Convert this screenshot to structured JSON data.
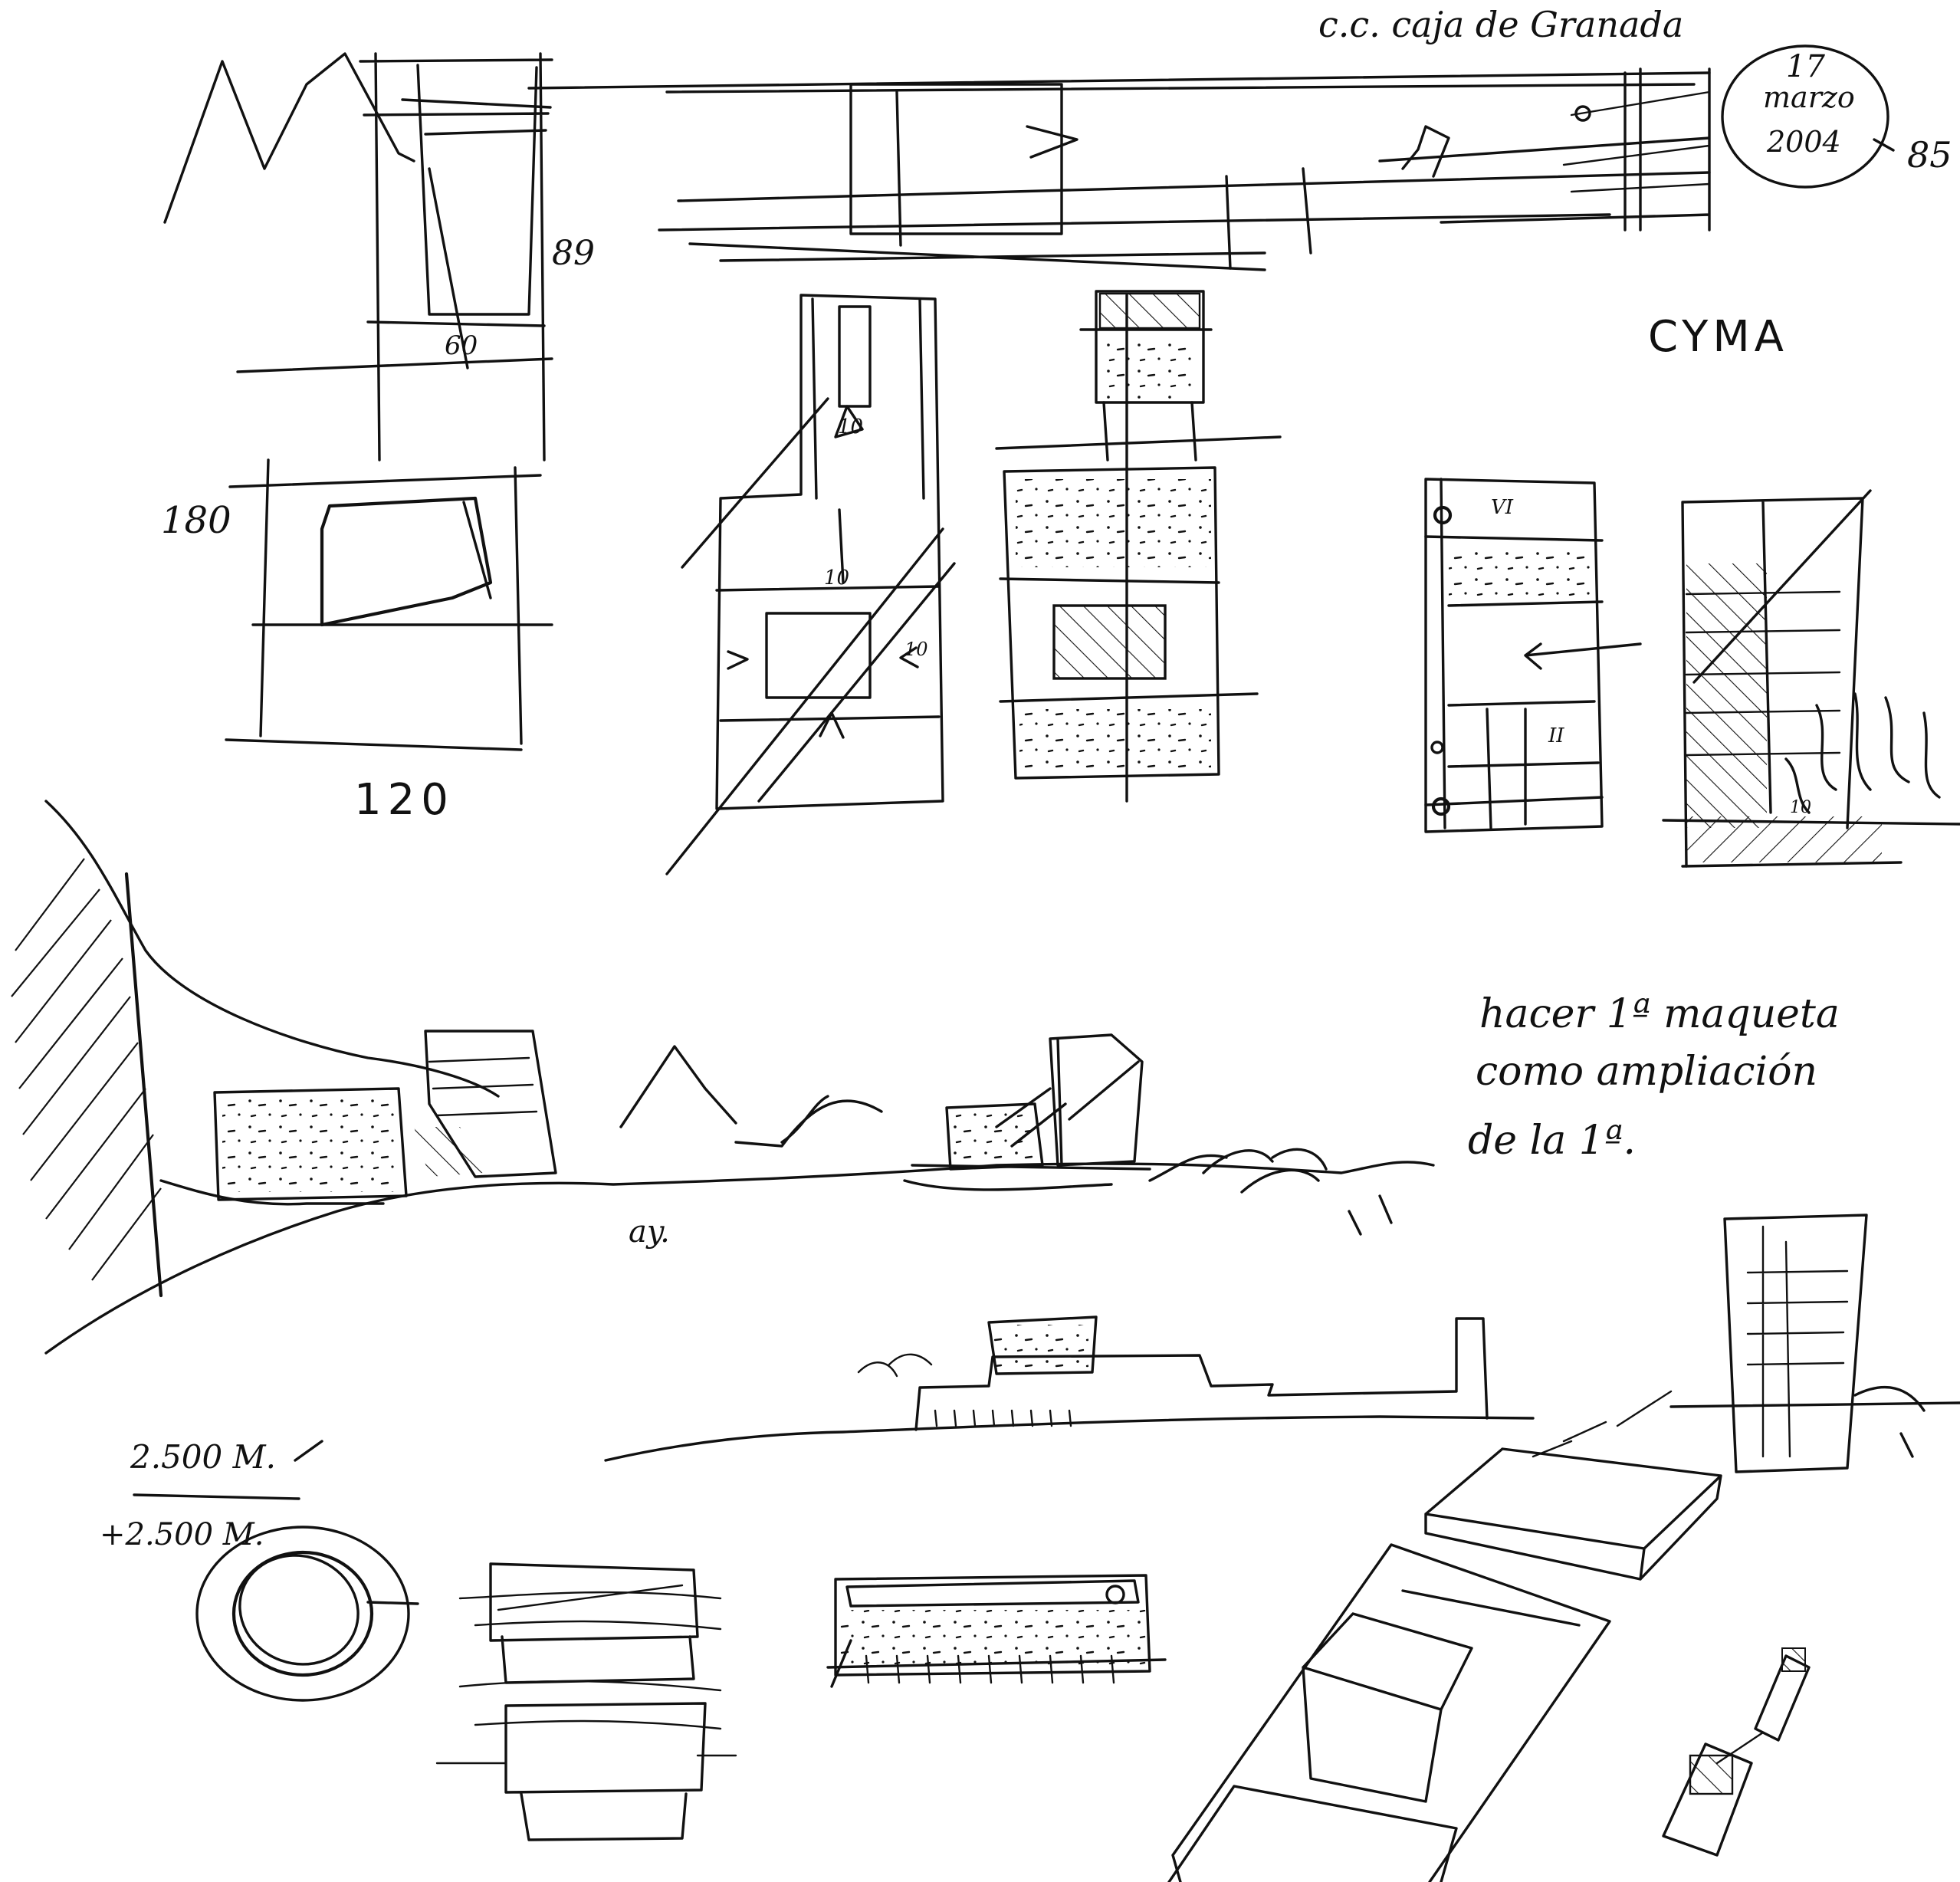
{
  "header": {
    "project": "c.c. caja de Granada",
    "date_day": "17",
    "date_month": "marzo",
    "date_year": "2004",
    "page_number": "85"
  },
  "labels": {
    "cyma": "CYMA",
    "dim_89": "89",
    "dim_60": "60",
    "dim_180": "180",
    "dim_120": "120",
    "room_10_a": "10",
    "room_10_b": "10",
    "room_10_c": "10",
    "room_vi": "VI",
    "room_ii": "II",
    "section_level": "10",
    "elev_label": "ay."
  },
  "note": {
    "line1": "hacer 1ª maqueta",
    "line2": "como ampliación",
    "line3": "de la 1ª."
  },
  "areas": {
    "line1": "2.500 M.",
    "line2": "+2.500 M."
  },
  "colors": {
    "ink": "#111111",
    "paper": "#ffffff"
  }
}
